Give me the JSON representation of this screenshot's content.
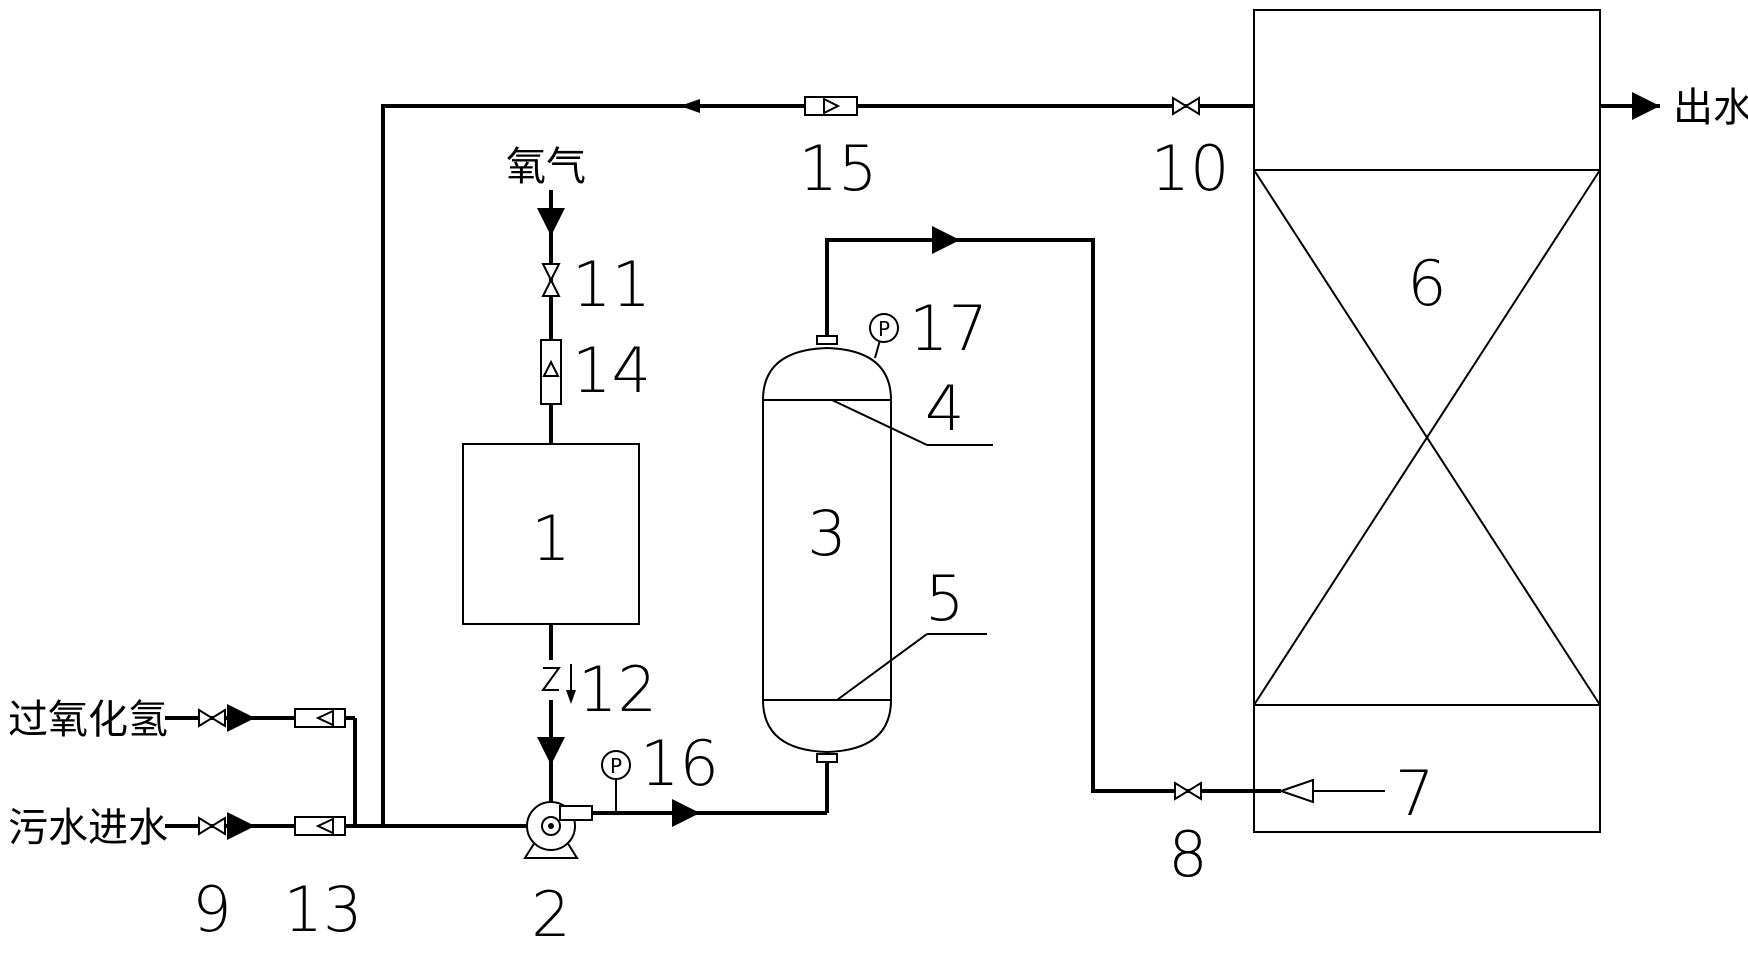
{
  "labels": {
    "oxygen": "氧气",
    "h2o2": "过氧化氢",
    "sewage_in": "污水进水",
    "water_out": "出水"
  },
  "numbers": {
    "n1": "1",
    "n2": "2",
    "n3": "3",
    "n4": "4",
    "n5": "5",
    "n6": "6",
    "n7": "7",
    "n8": "8",
    "n9": "9",
    "n10": "10",
    "n11": "11",
    "n12": "12",
    "n13": "13",
    "n14": "14",
    "n15": "15",
    "n16": "16",
    "n17": "17"
  },
  "gauge_symbol": "P",
  "colors": {
    "line": "#000000",
    "background": "#ffffff"
  }
}
